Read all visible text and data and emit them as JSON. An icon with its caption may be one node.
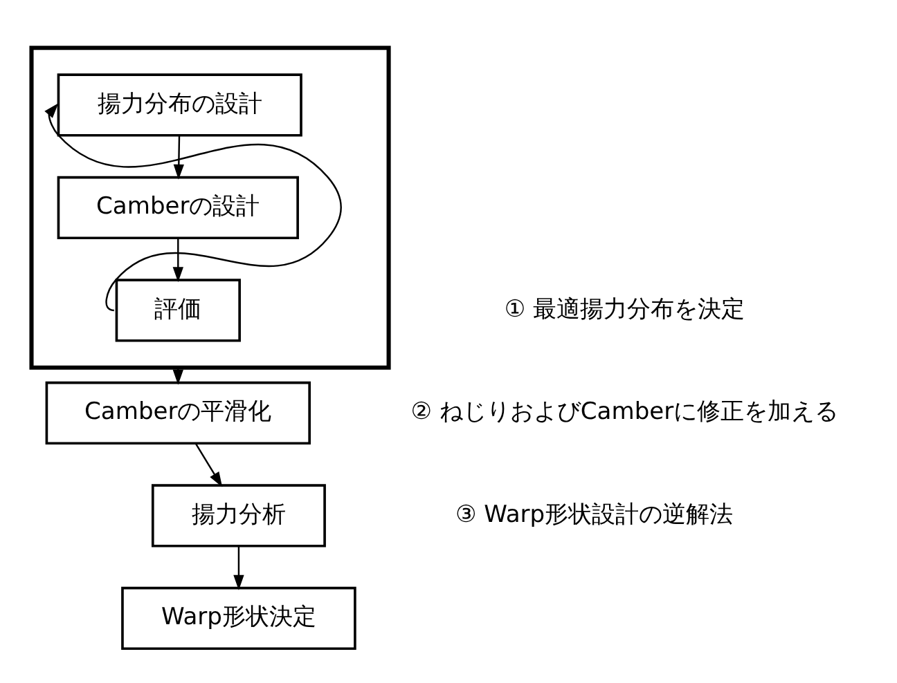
{
  "diagram": {
    "nodes": [
      {
        "text": [],
        "shape": "box"
      },
      {
        "text": [
          "揚力分布の設計"
        ],
        "in": 0
      },
      {
        "text": [
          "Camberの設計"
        ],
        "in": 0
      },
      {
        "text": [
          "評価"
        ],
        "in": 0
      },
      {
        "text": [
          "Camberの平滑化"
        ]
      },
      {
        "text": [
          "揚力分析"
        ]
      },
      {
        "text": [
          "Warp形状決定"
        ]
      }
    ],
    "edges": [
      {
        "from": 1,
        "to": 2,
        "arrow": "to"
      },
      {
        "from": 2,
        "to": 3,
        "arrow": "to"
      },
      {
        "from": 3,
        "to": 1,
        "arrow": "to"
      },
      {
        "from": 0,
        "to": 4,
        "arrow": "to"
      },
      {
        "from": 4,
        "to": 5,
        "arrow": "to"
      },
      {
        "from": 5,
        "to": 6,
        "arrow": "to"
      }
    ],
    "labels": [
      "① 最適揚力分布を決定",
      "② ねじりおよびCamberに修正を加える",
      "③ Warp形状設計の逆解法"
    ]
  }
}
